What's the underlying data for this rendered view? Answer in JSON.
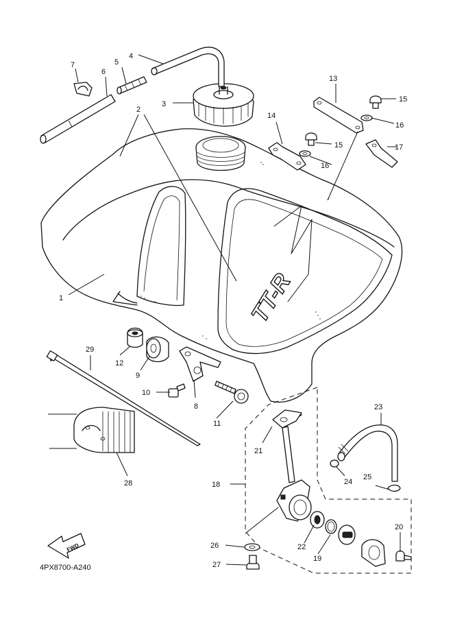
{
  "diagram": {
    "drawing_code": "4PX8700-A240",
    "tank_logo": "TT-R",
    "fwd_label": "FWD",
    "callouts": {
      "c1": "1",
      "c2": "2",
      "c3": "3",
      "c4": "4",
      "c5": "5",
      "c6": "6",
      "c7": "7",
      "c8": "8",
      "c9": "9",
      "c10": "10",
      "c11": "11",
      "c12": "12",
      "c13": "13",
      "c14": "14",
      "c15a": "15",
      "c15b": "15",
      "c16a": "16",
      "c16b": "16",
      "c17": "17",
      "c18": "18",
      "c19": "19",
      "c20": "20",
      "c21": "21",
      "c22": "22",
      "c23": "23",
      "c24": "24",
      "c25": "25",
      "c26": "26",
      "c27": "27",
      "c28": "28",
      "c29": "29"
    }
  }
}
